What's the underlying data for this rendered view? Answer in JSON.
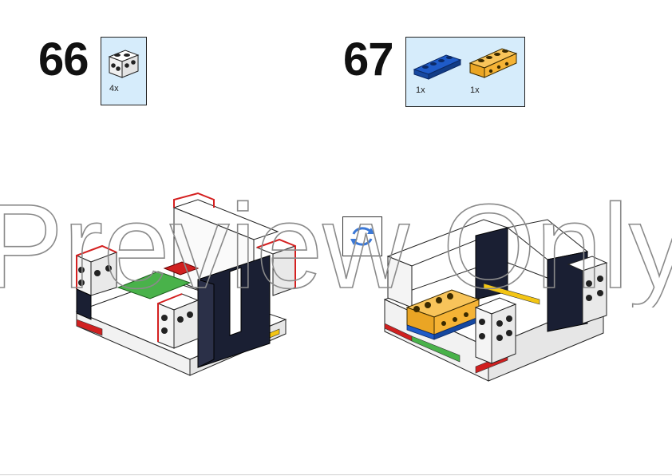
{
  "steps": [
    {
      "number": "66",
      "parts": [
        {
          "name": "white 1x2 brick with side studs",
          "quantity": "4x",
          "color": "#ffffff"
        }
      ]
    },
    {
      "number": "67",
      "parts": [
        {
          "name": "blue 1x4 plate",
          "quantity": "1x",
          "color": "#1f5bc8"
        },
        {
          "name": "yellow 1x4 technic brick",
          "quantity": "1x",
          "color": "#f5b335"
        }
      ]
    }
  ],
  "watermark": "Preview Only",
  "icons": {
    "rotate": "rotate-model-icon"
  },
  "colors": {
    "parts_box_bg": "#d6ecfb",
    "highlight_outline": "#d42020"
  }
}
